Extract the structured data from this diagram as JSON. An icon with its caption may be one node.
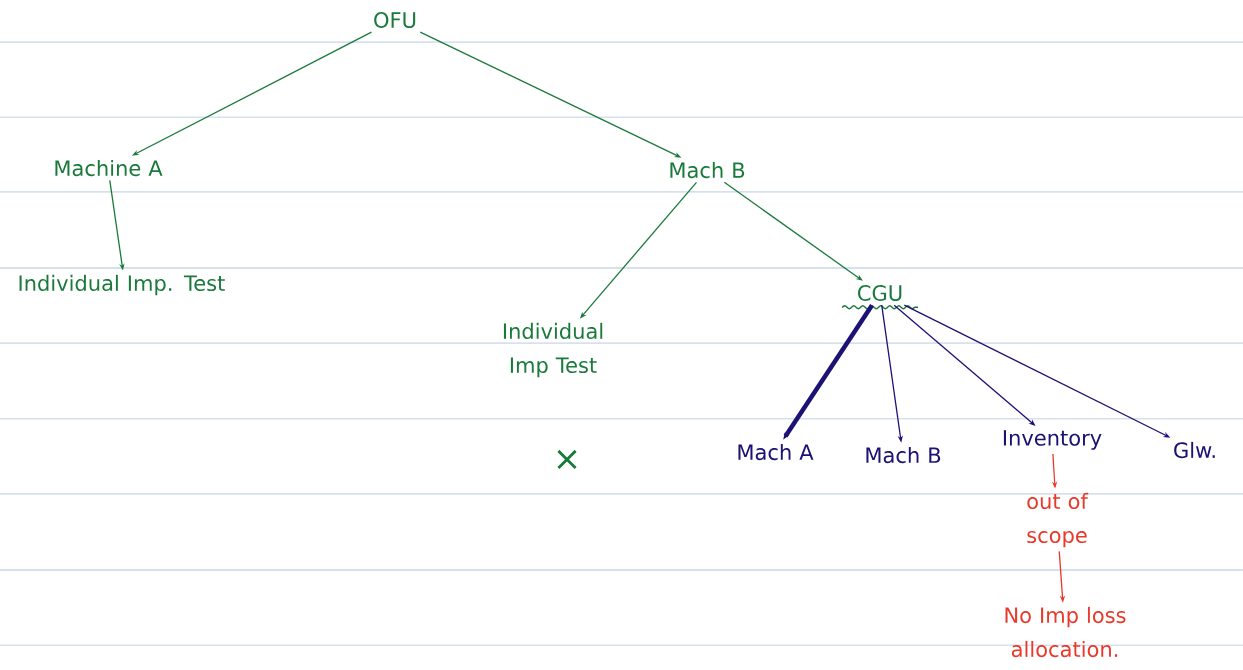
{
  "diagram": {
    "nodes": [
      {
        "text": [
          "OFU"
        ]
      },
      {
        "text": [
          "Machine A"
        ]
      },
      {
        "text": [
          "Individual Imp. Test"
        ]
      },
      {
        "text": [
          "Mach B"
        ]
      },
      {
        "text": [
          "Individual Imp Test"
        ]
      },
      {
        "text": [
          "CGU"
        ]
      },
      {
        "text": [
          "Mach A"
        ]
      },
      {
        "text": [
          "Mach B"
        ]
      },
      {
        "text": [
          "Inventory"
        ]
      },
      {
        "text": [
          "Glw."
        ]
      },
      {
        "text": [
          "out of scope"
        ]
      },
      {
        "text": [
          "No Imp loss allocation."
        ]
      }
    ],
    "edges": [
      {
        "from": 0,
        "to": 1,
        "arrow": "to"
      },
      {
        "from": 0,
        "to": 3,
        "arrow": "to"
      },
      {
        "from": 1,
        "to": 2,
        "arrow": "to"
      },
      {
        "from": 3,
        "to": 4,
        "arrow": "to"
      },
      {
        "from": 3,
        "to": 5,
        "arrow": "to"
      },
      {
        "from": 5,
        "to": 6,
        "arrow": "to",
        "color": "#1c1276",
        "style": "thick"
      },
      {
        "from": 5,
        "to": 7,
        "arrow": "to",
        "color": "#1c1276"
      },
      {
        "from": 5,
        "to": 8,
        "arrow": "to",
        "color": "#1c1276"
      },
      {
        "from": 5,
        "to": 9,
        "arrow": "to",
        "color": "#1c1276"
      },
      {
        "from": 8,
        "to": 10,
        "arrow": "to",
        "color": "#e8392a"
      },
      {
        "from": 10,
        "to": 11,
        "arrow": "to",
        "color": "#e8392a"
      }
    ],
    "labels": [
      "×"
    ]
  }
}
